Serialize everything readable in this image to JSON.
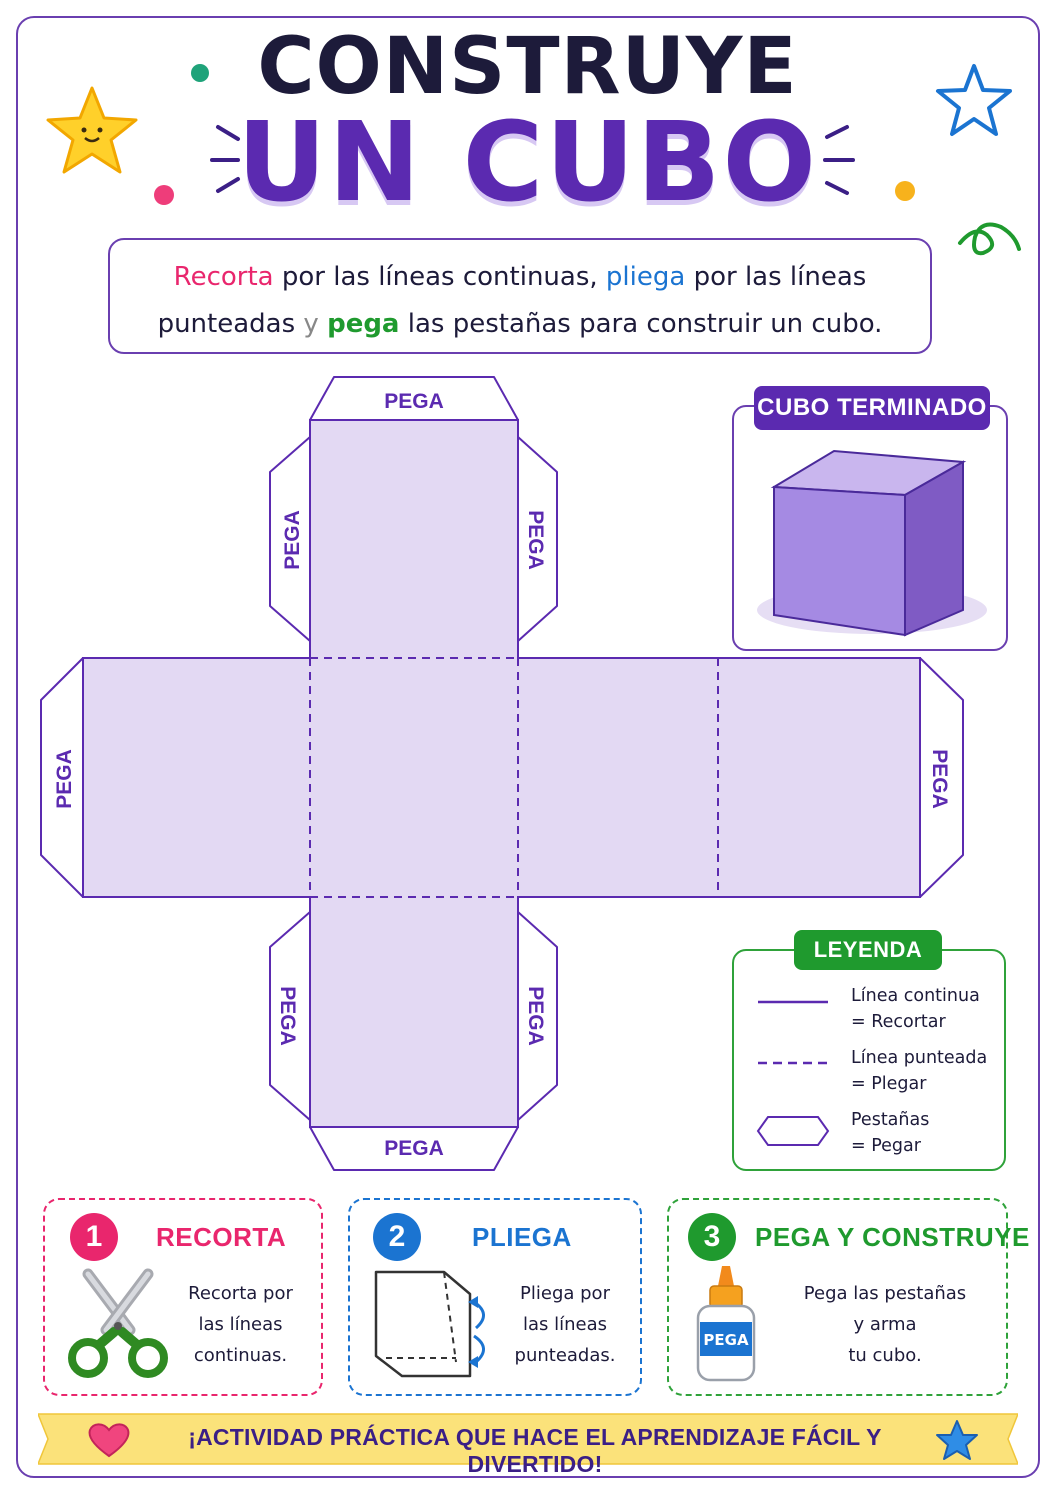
{
  "title": {
    "line1": "CONSTRUYE",
    "line2": "UN CUBO"
  },
  "instructions": {
    "cut_word": "Recorta",
    "text_a": " por las líneas continuas, ",
    "fold_word": "pliega",
    "text_b": " por las líneas",
    "text_c": "punteadas ",
    "y_word": "y",
    "space": " ",
    "glue_word": "pega",
    "text_d": " las pestañas para construir un cubo."
  },
  "net": {
    "tab_label": "PEGA"
  },
  "finished": {
    "label": "CUBO TERMINADO"
  },
  "legend": {
    "title": "LEYENDA",
    "items": [
      {
        "line1": "Línea continua",
        "line2": "= Recortar"
      },
      {
        "line1": "Línea punteada",
        "line2": "= Plegar"
      },
      {
        "line1": "Pestañas",
        "line2": "= Pegar"
      }
    ]
  },
  "steps": [
    {
      "number": "1",
      "title": "RECORTA",
      "lines": [
        "Recorta por",
        "las líneas",
        "continuas."
      ],
      "color": "#e9266d",
      "icon": "scissors-icon"
    },
    {
      "number": "2",
      "title": "PLIEGA",
      "lines": [
        "Pliega por",
        "las líneas",
        "punteadas."
      ],
      "color": "#1b74d1",
      "icon": "fold-icon"
    },
    {
      "number": "3",
      "title": "PEGA Y CONSTRUYE",
      "lines": [
        "Pega las pestañas",
        "y arma",
        "tu cubo."
      ],
      "color": "#1f9a2e",
      "icon": "glue-bottle-icon"
    }
  ],
  "glue_label": "PEGA",
  "banner": {
    "text": "¡ACTIVIDAD PRÁCTICA QUE HACE EL APRENDIZAJE FÁCIL Y DIVERTIDO!"
  },
  "colors": {
    "purple": "#5b2ab0",
    "face_fill": "#e3d9f3",
    "pink": "#e9266d",
    "blue": "#1b74d1",
    "green": "#1f9a2e",
    "banner_yellow": "#fbe27a"
  }
}
